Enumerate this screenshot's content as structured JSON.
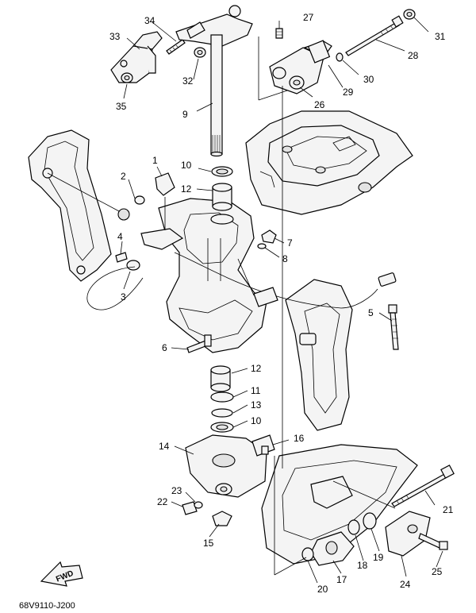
{
  "diagram": {
    "drawing_code": "68V9110-J200",
    "fwd_label": "FWD",
    "callouts": [
      "1",
      "2",
      "3",
      "4",
      "5",
      "6",
      "7",
      "8",
      "9",
      "10",
      "10",
      "11",
      "12",
      "12",
      "13",
      "14",
      "15",
      "16",
      "17",
      "18",
      "19",
      "20",
      "21",
      "22",
      "23",
      "24",
      "25",
      "26",
      "27",
      "28",
      "29",
      "30",
      "31",
      "32",
      "33",
      "34",
      "35"
    ]
  }
}
